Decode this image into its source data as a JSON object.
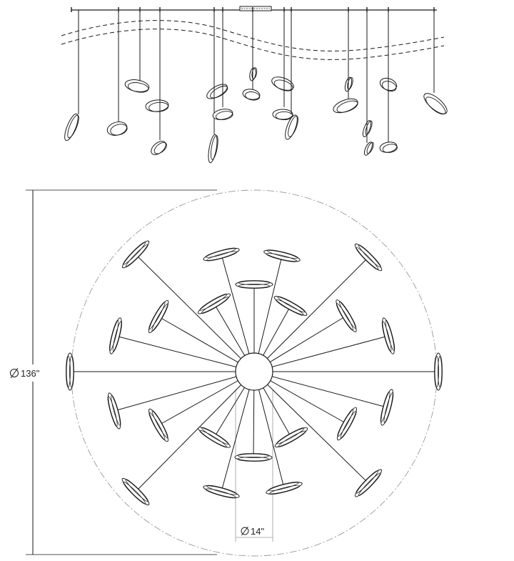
{
  "dimensions": {
    "overall_diameter": "136\"",
    "canopy_diameter": "14\""
  },
  "symbols": {
    "diameter_symbol": "diameter-icon"
  },
  "views": {
    "elevation": "side-elevation",
    "plan": "plan-view"
  }
}
